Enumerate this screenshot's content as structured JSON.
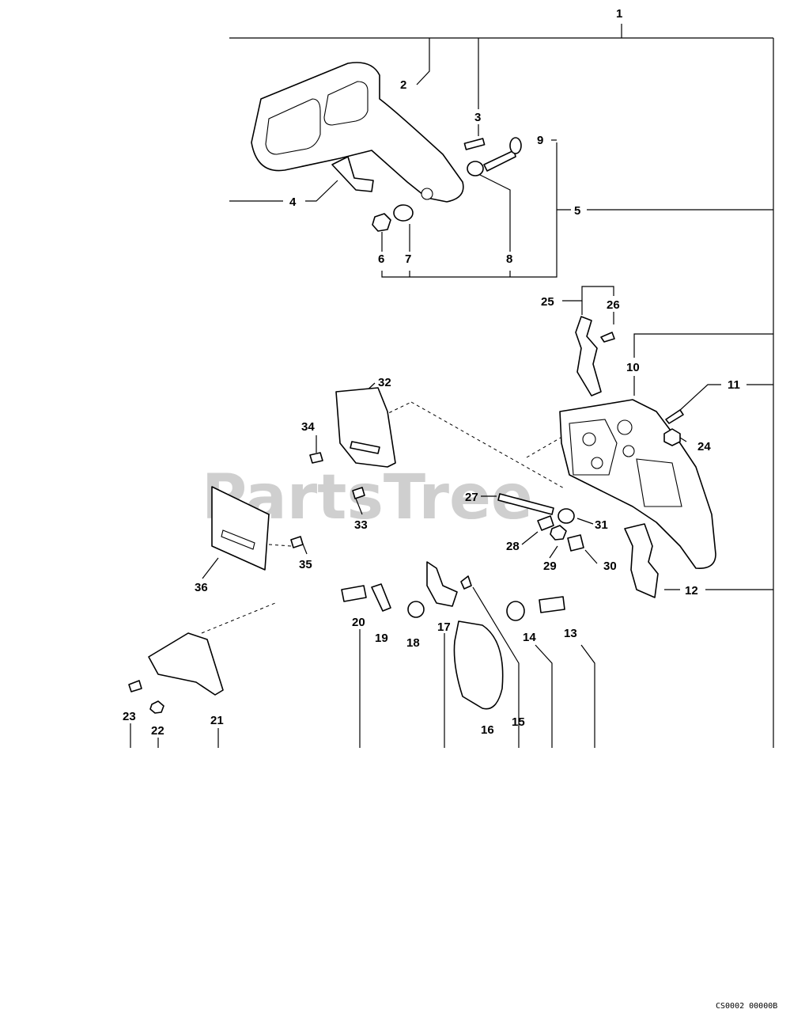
{
  "watermark": "PartsTree",
  "drawing_code": "CS0002 00000B",
  "callouts": {
    "c1": "1",
    "c2": "2",
    "c3": "3",
    "c4": "4",
    "c5": "5",
    "c6": "6",
    "c7": "7",
    "c8": "8",
    "c9": "9",
    "c10": "10",
    "c11": "11",
    "c12": "12",
    "c13": "13",
    "c14": "14",
    "c15": "15",
    "c16": "16",
    "c17": "17",
    "c18": "18",
    "c19": "19",
    "c20": "20",
    "c21": "21",
    "c22": "22",
    "c23": "23",
    "c24": "24",
    "c25": "25",
    "c26": "26",
    "c27": "27",
    "c28": "28",
    "c29": "29",
    "c30": "30",
    "c31": "31",
    "c32": "32",
    "c33": "33",
    "c34": "34",
    "c35": "35",
    "c36": "36"
  }
}
